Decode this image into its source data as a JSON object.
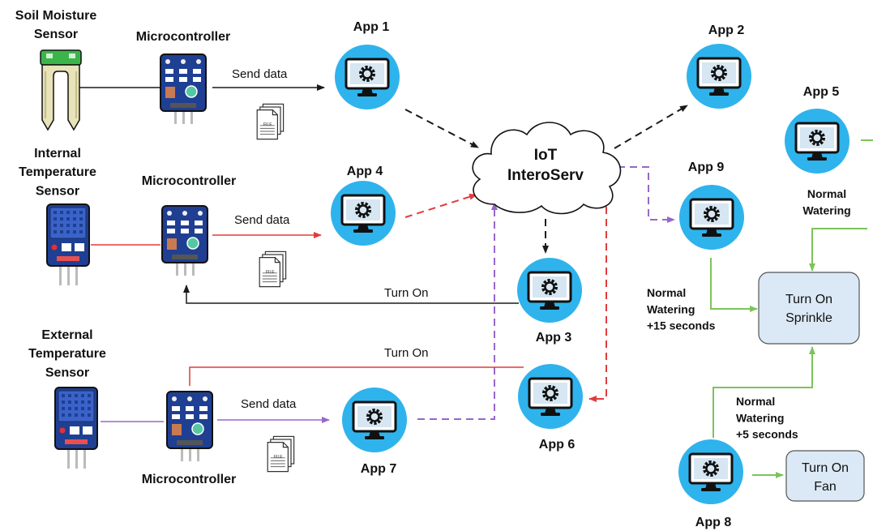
{
  "colors": {
    "app_circle": "#2fb3ec",
    "black_flow": "#1a1a1a",
    "red_flow": "#e23b3b",
    "purple_flow": "#9966cc",
    "green_flow": "#7cc45a",
    "action_box": "#dbe9f6"
  },
  "sensors": [
    {
      "name": "Soil Moisture\nSensor",
      "icon": "soil-probe-icon"
    },
    {
      "name": "Internal\nTemperature\nSensor",
      "icon": "temperature-sensor-icon"
    },
    {
      "name": "External\nTemperature\nSensor",
      "icon": "temperature-sensor-icon"
    }
  ],
  "microcontrollers": [
    "Microcontroller",
    "Microcontroller",
    "Microcontroller"
  ],
  "send_data": [
    "Send data",
    "Send data",
    "Send data"
  ],
  "file_label": "FILE",
  "cloud": {
    "line1": "IoT",
    "line2": "InteroServ"
  },
  "apps": {
    "app1": "App 1",
    "app2": "App 2",
    "app3": "App 3",
    "app4": "App 4",
    "app5": "App 5",
    "app6": "App 6",
    "app7": "App 7",
    "app8": "App 8",
    "app9": "App 9"
  },
  "turn_on": [
    "Turn On",
    "Turn On"
  ],
  "watering": {
    "app5": "Normal\nWatering",
    "app9": "Normal\nWatering\n+15 seconds",
    "app8": "Normal\nWatering\n+5 seconds"
  },
  "actions": {
    "sprinkle": "Turn On\nSprinkle",
    "fan": "Turn On\nFan"
  }
}
